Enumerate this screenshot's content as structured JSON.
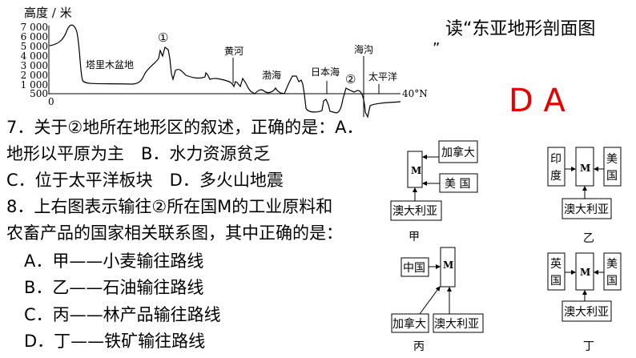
{
  "profile": {
    "ylabel": "高度 / 米",
    "yticks": [
      "7 000",
      "6 000",
      "5 000",
      "4 000",
      "3 000",
      "2 000",
      "1 000",
      "500"
    ],
    "origin": "0",
    "lat": "40°N",
    "labels": {
      "basin": "塔里木盆地",
      "p1": "①",
      "river": "黄河",
      "bohai": "渤海",
      "japan_sea": "日本海",
      "p2": "②",
      "trench": "海沟",
      "pacific": "太平洋"
    }
  },
  "header": {
    "title": "读“东亚地形剖面图",
    "close_quote": "”"
  },
  "answer": "D  A",
  "answer_color": "#e60000",
  "questions": {
    "lines": [
      "7．关于②地所在地形区的叙述，正确的是：A．",
      "地形以平原为主　B．水力资源贫乏",
      "C．位于太平洋板块　D．多火山地震",
      "8．上右图表示输往②所在国M的工业原料和",
      "农畜产品的国家相关联系图，其中正确的是："
    ],
    "options": [
      "A．甲——小麦输往路线",
      "B．乙——石油输往路线",
      "C．丙——林产品输往路线",
      "D．丁——铁矿输往路线"
    ]
  },
  "diagrams": {
    "M": "M",
    "jia": {
      "caption": "甲",
      "a": "加拿大",
      "b": "美 国",
      "c": "澳大利亚"
    },
    "yi": {
      "caption": "乙",
      "a1": "印",
      "a2": "度",
      "b1": "美",
      "b2": "国",
      "c": "澳大利亚"
    },
    "bing": {
      "caption": "丙",
      "a": "中国",
      "b": "加拿大",
      "c": "澳大利亚"
    },
    "ding": {
      "caption": "丁",
      "a1": "英",
      "a2": "国",
      "b1": "美",
      "b2": "国",
      "c": "澳大利亚"
    }
  }
}
